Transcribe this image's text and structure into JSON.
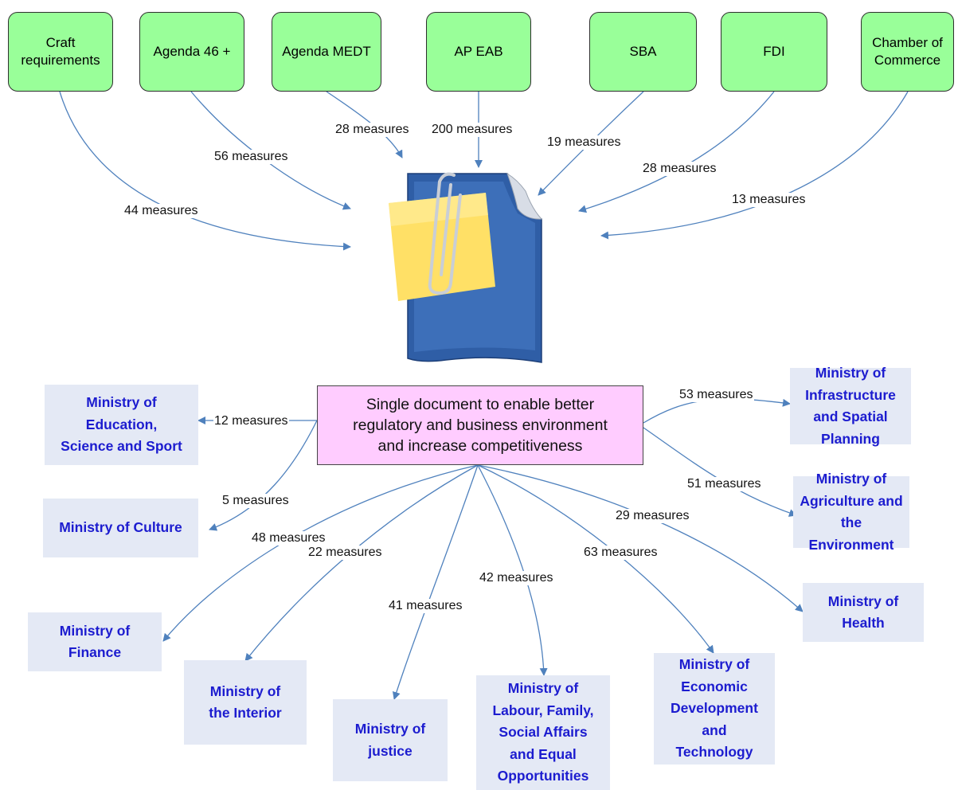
{
  "colors": {
    "source_fill": "#99ff99",
    "ministry_fill": "#e4e9f5",
    "ministry_text": "#1c1ccf",
    "center_fill": "#ffccff",
    "arrow": "#4f81bd"
  },
  "icon": "document-with-sticky-note-icon",
  "center": {
    "label": "Single document to enable better\nregulatory and business environment\nand increase competitiveness"
  },
  "sources": [
    {
      "label": "Craft\nrequirements",
      "measures": "44 measures"
    },
    {
      "label": "Agenda 46 +",
      "measures": "56 measures"
    },
    {
      "label": "Agenda MEDT",
      "measures": "28 measures"
    },
    {
      "label": "AP EAB",
      "measures": "200 measures"
    },
    {
      "label": "SBA",
      "measures": "19 measures"
    },
    {
      "label": "FDI",
      "measures": "28 measures"
    },
    {
      "label": "Chamber of\nCommerce",
      "measures": "13 measures"
    }
  ],
  "ministries": [
    {
      "label": "Ministry of\nEducation,\nScience and Sport",
      "measures": "12 measures"
    },
    {
      "label": "Ministry of Culture",
      "measures": "5 measures"
    },
    {
      "label": "Ministry of\nFinance",
      "measures": "48 measures"
    },
    {
      "label": "Ministry of\nthe Interior",
      "measures": "22 measures"
    },
    {
      "label": "Ministry of\njustice",
      "measures": "41 measures"
    },
    {
      "label": "Ministry of\nLabour, Family,\nSocial Affairs\nand Equal\nOpportunities",
      "measures": "42 measures"
    },
    {
      "label": "Ministry of\nEconomic\nDevelopment\nand\nTechnology",
      "measures": "63 measures"
    },
    {
      "label": "Ministry of\nHealth",
      "measures": "29 measures"
    },
    {
      "label": "Ministry of\nAgriculture and\nthe\nEnvironment",
      "measures": "51 measures"
    },
    {
      "label": "Ministry of\nInfrastructure\nand Spatial\nPlanning",
      "measures": "53 measures"
    }
  ]
}
